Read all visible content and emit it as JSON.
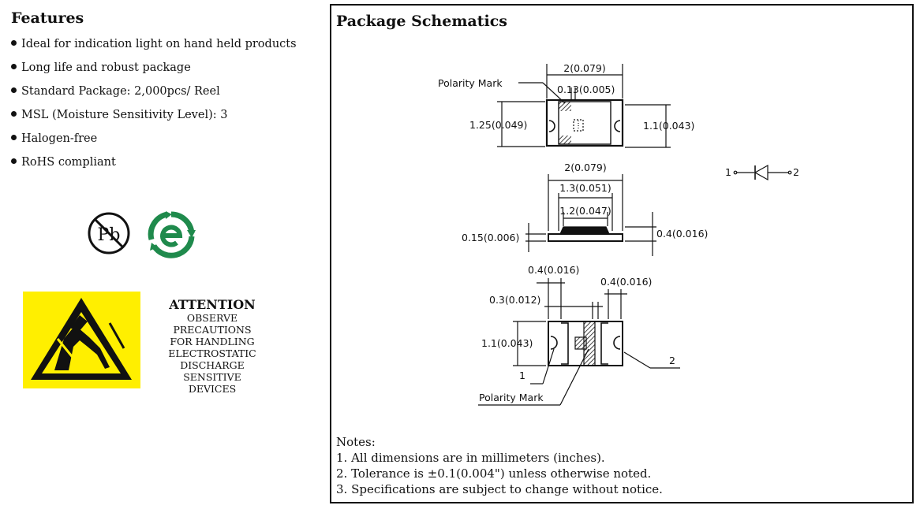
{
  "features": {
    "heading": "Features",
    "items": [
      "Ideal for indication light on hand held products",
      "Long life and robust package",
      "Standard Package: 2,000pcs/ Reel",
      "MSL (Moisture Sensitivity Level): 3",
      "Halogen-free",
      "RoHS compliant"
    ]
  },
  "icons": {
    "pb_free": {
      "name": "pb-free-icon",
      "text": "Pb"
    },
    "eco": {
      "name": "eco-e-icon",
      "color": "#1f8a4c"
    },
    "esd": {
      "name": "esd-warning-icon",
      "color": "#ffef00"
    }
  },
  "attention": {
    "title": "ATTENTION",
    "lines": [
      "OBSERVE PRECAUTIONS",
      "FOR HANDLING",
      "ELECTROSTATIC",
      "DISCHARGE",
      "SENSITIVE",
      "DEVICES"
    ]
  },
  "schematics": {
    "title": "Package Schematics",
    "top_view": {
      "width": "2(0.079)",
      "polarity_mark": "Polarity Mark",
      "mark_width": "0.13(0.005)",
      "height_outer": "1.25(0.049)",
      "height_inner": "1.1(0.043)"
    },
    "side_view": {
      "width": "2(0.079)",
      "lens_outer": "1.3(0.051)",
      "lens_inner": "1.2(0.047)",
      "base_thickness": "0.15(0.006)",
      "total_height": "0.4(0.016)"
    },
    "bottom_view": {
      "pad_left": "0.4(0.016)",
      "pad_right": "0.4(0.016)",
      "gap": "0.3(0.012)",
      "height": "1.1(0.043)",
      "pin1": "1",
      "pin2": "2",
      "polarity_mark": "Polarity Mark"
    },
    "symbol": {
      "pin1": "1",
      "pin2": "2"
    }
  },
  "notes": {
    "heading": "Notes:",
    "items": [
      "1. All dimensions are in millimeters (inches).",
      "2. Tolerance is ±0.1(0.004\") unless otherwise noted.",
      "3. Specifications are subject to change without notice."
    ]
  }
}
